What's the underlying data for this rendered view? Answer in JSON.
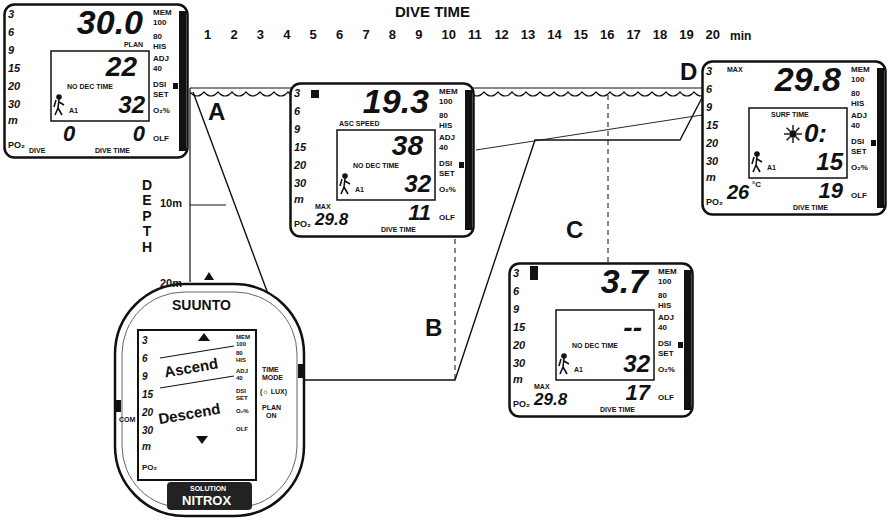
{
  "diagram": {
    "nodes": [
      {
        "text": [
          "3",
          "6",
          "9",
          "15",
          "20",
          "30",
          "m",
          "PO₂",
          "MEM",
          "100",
          "80",
          "HIS",
          "ADJ",
          "40",
          "DSI",
          "SET",
          "O₂%",
          "OLF",
          "30.0",
          "PLAN",
          "22",
          "NO DEC TIME",
          "A1",
          "32",
          "DIVE",
          "0",
          "DIVE TIME",
          "0"
        ]
      },
      {
        "text": [
          "3",
          "6",
          "9",
          "15",
          "20",
          "30",
          "m",
          "PO₂",
          "MEM",
          "100",
          "80",
          "HIS",
          "ADJ",
          "40",
          "DSI",
          "SET",
          "O₂%",
          "OLF",
          "19.3",
          "ASC SPEED",
          "38",
          "NO DEC TIME",
          "A1",
          "32",
          "MAX",
          "29.8",
          "11",
          "DIVE TIME"
        ]
      },
      {
        "text": [
          "3",
          "6",
          "9",
          "15",
          "20",
          "30",
          "m",
          "PO₂",
          "MEM",
          "100",
          "80",
          "HIS",
          "ADJ",
          "40",
          "DSI",
          "SET",
          "O₂%",
          "OLF",
          "3.7",
          "--",
          "NO DEC TIME",
          "A1",
          "32",
          "MAX",
          "29.8",
          "17",
          "DIVE TIME"
        ]
      },
      {
        "text": [
          "3",
          "6",
          "9",
          "15",
          "20",
          "30",
          "m",
          "PO₂",
          "MEM",
          "100",
          "80",
          "HIS",
          "ADJ",
          "40",
          "DSI",
          "SET",
          "O₂%",
          "OLF",
          "MAX",
          "29.8",
          "SURF TIME",
          "0:",
          "15",
          "A1",
          "26",
          "°C",
          "19",
          "DIVE TIME"
        ]
      },
      {
        "text": [
          "3",
          "6",
          "9",
          "15",
          "20",
          "30",
          "m",
          "PO₂",
          "MEM",
          "100",
          "80",
          "HIS",
          "ADJ",
          "40",
          "DSI",
          "SET",
          "O₂%",
          "OLF",
          "SUUNTO",
          "TIME",
          "MODE",
          "(☼ LUX)",
          "PLAN",
          "ON",
          "COM",
          "Ascend",
          "Descend",
          "SOLUTION",
          "NITROX"
        ]
      }
    ],
    "labels": [
      "DIVE TIME",
      "1",
      "2",
      "3",
      "4",
      "5",
      "6",
      "7",
      "8",
      "9",
      "10",
      "11",
      "12",
      "13",
      "14",
      "15",
      "16",
      "17",
      "18",
      "19",
      "20",
      "min",
      "DEPTH",
      "10m",
      "20m",
      "A",
      "B",
      "C",
      "D"
    ]
  }
}
